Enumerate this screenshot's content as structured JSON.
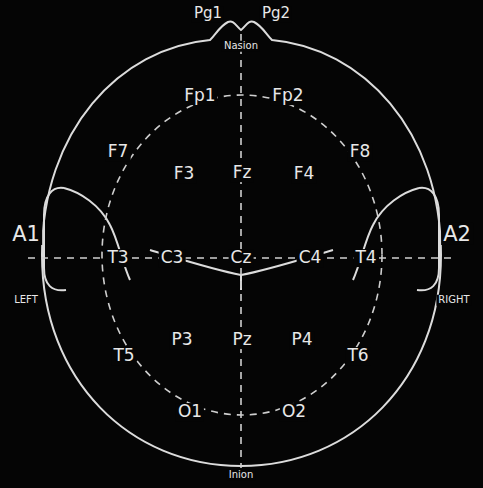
{
  "diagram": {
    "labels": [
      "Pg1",
      "Pg2",
      "Nasion",
      "Fp1",
      "Fp2",
      "F7",
      "F3",
      "Fz",
      "F4",
      "F8",
      "A1",
      "A2",
      "T3",
      "C3",
      "Cz",
      "C4",
      "T4",
      "LEFT",
      "RIGHT",
      "P3",
      "Pz",
      "P4",
      "T5",
      "T6",
      "O1",
      "O2",
      "Inion"
    ]
  }
}
